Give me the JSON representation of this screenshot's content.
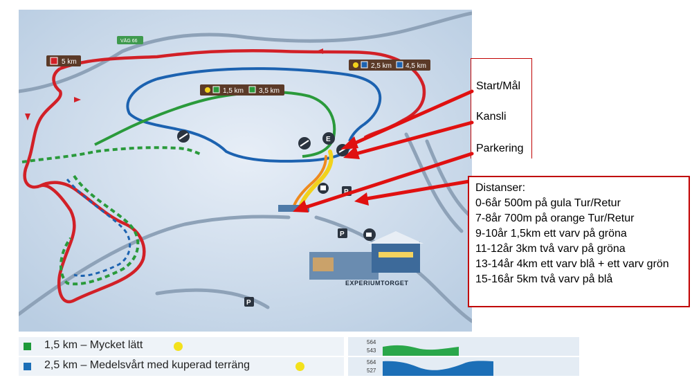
{
  "map": {
    "road_sign": "VÄG 66",
    "sign_5km": "5 km",
    "sign_mid_a": "1,5 km",
    "sign_mid_b": "3,5 km",
    "sign_top_a": "2,5 km",
    "sign_top_b": "4,5 km",
    "place_label": "EXPERIUMTORGET",
    "marker_e": "E",
    "parking": "P"
  },
  "callouts": {
    "start": "Start/Mål",
    "kansli": "Kansli",
    "parkering": "Parkering"
  },
  "distances": {
    "title": "Distanser:",
    "lines": [
      "0-6år 500m på gula Tur/Retur",
      "7-8år 700m på orange Tur/Retur",
      "9-10år 1,5km ett varv på gröna",
      "11-12år 3km två varv på gröna",
      "13-14år 4km ett varv blå + ett varv grön",
      "15-16år 5km två varv på blå"
    ]
  },
  "legend": [
    {
      "text": "1,5 km – Mycket lätt",
      "color": "#1e9a3a",
      "profile_max": "564",
      "profile_min": "543"
    },
    {
      "text": "2,5 km – Medelsvårt med kuperad terräng",
      "color": "#1c6fb7",
      "profile_max": "564",
      "profile_min": "527"
    }
  ],
  "colors": {
    "red_trail": "#d22027",
    "blue_trail": "#1c62b0",
    "green_trail": "#2a9a3b",
    "yellow_trail": "#f2d21b",
    "orange_trail": "#ef8a1e",
    "arrow": "#e01010",
    "sign_bg": "#5b3a28"
  },
  "icons": [
    "ski-jump-icon",
    "parking-icon",
    "office-icon",
    "coffee-icon",
    "start-icon"
  ]
}
